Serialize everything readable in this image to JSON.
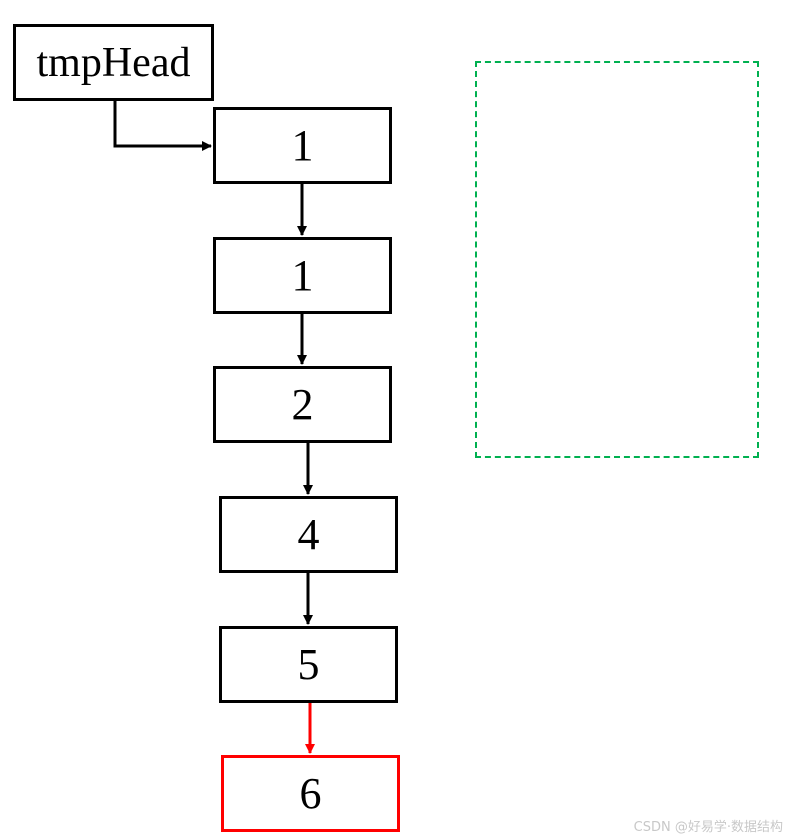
{
  "head_label": "tmpHead",
  "nodes": [
    {
      "value": "1"
    },
    {
      "value": "1"
    },
    {
      "value": "2"
    },
    {
      "value": "4"
    },
    {
      "value": "5"
    },
    {
      "value": "6"
    }
  ],
  "colors": {
    "node_border": "#000000",
    "new_node_border": "#ff0000",
    "new_link": "#ff0000",
    "placeholder_border": "#00b050"
  },
  "watermark": "CSDN @好易学·数据结构"
}
